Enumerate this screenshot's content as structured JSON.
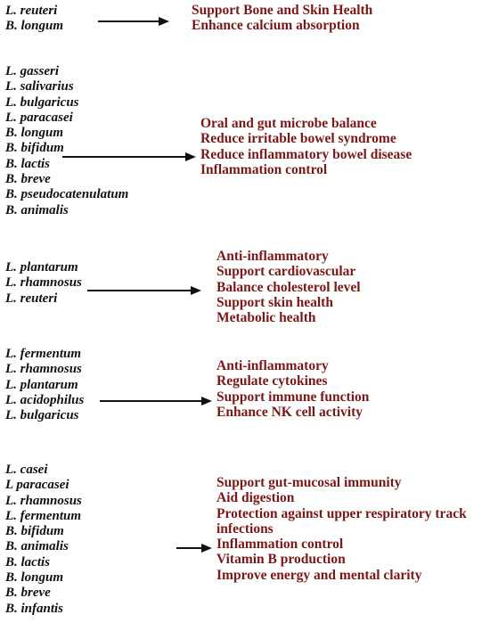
{
  "groups": [
    {
      "species": [
        "L. reuteri",
        "B. longum"
      ],
      "benefits": [
        "Support Bone and Skin Health",
        "Enhance calcium absorption"
      ]
    },
    {
      "species": [
        "L. gasseri",
        "L. salivarius",
        "L. bulgaricus",
        "L. paracasei",
        "B. longum",
        "B. bifidum",
        "B. lactis",
        "B. breve",
        "B. pseudocatenulatum",
        "B. animalis"
      ],
      "benefits": [
        "Oral and gut microbe balance",
        "Reduce irritable bowel syndrome",
        "Reduce inflammatory bowel disease",
        "Inflammation control"
      ]
    },
    {
      "species": [
        "L. plantarum",
        "L. rhamnosus",
        "L. reuteri"
      ],
      "benefits": [
        "Anti-inflammatory",
        "Support cardiovascular",
        "Balance cholesterol level",
        "Support skin health",
        "Metabolic health"
      ]
    },
    {
      "species": [
        "L. fermentum",
        "L. rhamnosus",
        "L. plantarum",
        "L. acidophilus",
        "L. bulgaricus"
      ],
      "benefits": [
        "Anti-inflammatory",
        "Regulate cytokines",
        "Support immune function",
        "Enhance NK cell activity"
      ]
    },
    {
      "species": [
        "L. casei",
        "L paracasei",
        "L. rhamnosus",
        "L. fermentum",
        "B. bifidum",
        "B. animalis",
        "B. lactis",
        "B. longum",
        "B. breve",
        "B. infantis"
      ],
      "benefits": [
        "Support gut-mucosal immunity",
        "Aid digestion",
        "Protection against upper respiratory track infections",
        "Inflammation control",
        "Vitamin B production",
        "Improve energy and mental clarity"
      ]
    }
  ],
  "colors": {
    "species": "#111111",
    "benefit": "#7a1818",
    "arrow": "#111111"
  }
}
